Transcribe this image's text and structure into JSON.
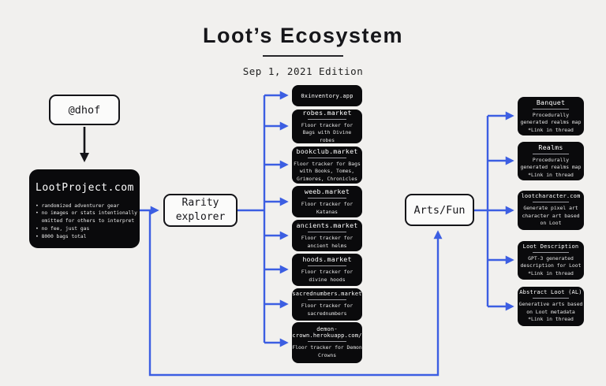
{
  "page": {
    "title": "Loot’s Ecosystem",
    "subtitle": "Sep 1, 2021 Edition"
  },
  "creator": {
    "label": "@dhof"
  },
  "loot_project": {
    "title": "LootProject.com",
    "bullets": "• randomized adventurer gear\n• no images or stats intentionally\n  omitted for others to interpret\n• no fee, just gas\n• 8000 bags total"
  },
  "rarity_explorer": {
    "label": "Rarity\nexplorer"
  },
  "arts_fun": {
    "label": "Arts/Fun"
  },
  "markets": [
    {
      "title": "0xinventory.app",
      "body": ""
    },
    {
      "title": "robes.market",
      "body": "Floor tracker for\nBags with Divine\nrobes"
    },
    {
      "title": "bookclub.market",
      "body": "Floor tracker for Bags\nwith Books, Tomes,\nGrimores, Chronicles"
    },
    {
      "title": "weeb.market",
      "body": "Floor tracker for\nKatanas"
    },
    {
      "title": "ancients.market",
      "body": "Floor tracker for\nancient helms"
    },
    {
      "title": "hoods.market",
      "body": "Floor tracker for\ndivine hoods"
    },
    {
      "title": "sacrednumbers.market",
      "body": "Floor tracker for\nsacrednumbers"
    },
    {
      "title": "demon-\ncrown.herokuapp.com/",
      "body": "Floor tracker for Demon\nCrowns"
    }
  ],
  "arts": [
    {
      "title": "Banquet",
      "body": "Procedurally\ngenerated realms map\n*Link in thread"
    },
    {
      "title": "Realms",
      "body": "Procedurally\ngenerated realms map\n*Link in thread"
    },
    {
      "title": "lootcharacter.com",
      "body": "Generate pixel art\ncharacter art based\non Loot"
    },
    {
      "title": "Loot Description",
      "body": "GPT-3 generated\ndescription for Loot\n*Link in thread"
    },
    {
      "title": "Abstract Loot (AL)",
      "body": "Generative arts based\non Loot metadata\n*Link in thread"
    }
  ],
  "colors": {
    "accent_blue": "#3c5ee2",
    "node_black": "#0a0a0c",
    "background": "#f1f0ee"
  }
}
